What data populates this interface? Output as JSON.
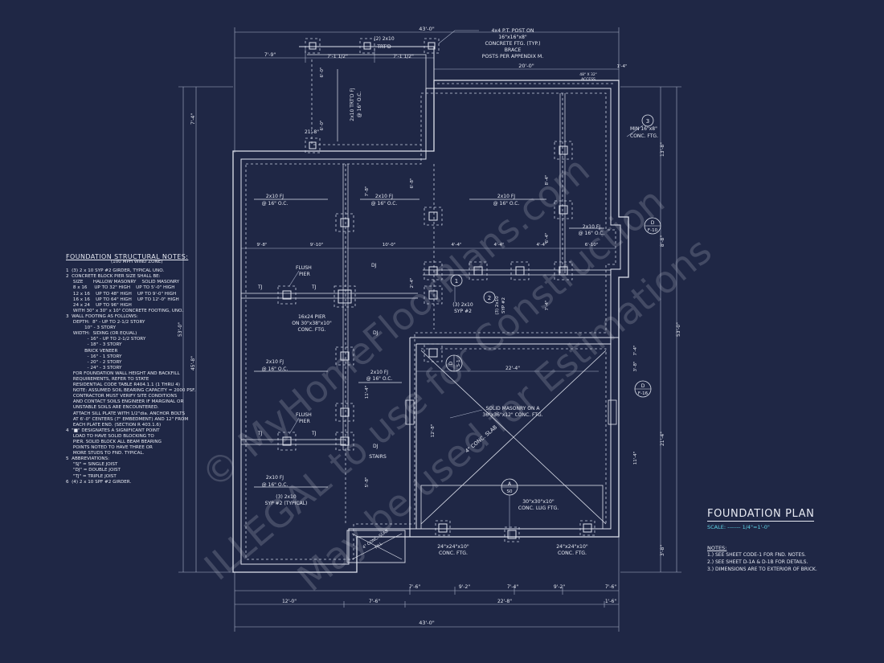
{
  "colors": {
    "background": "#1f2745",
    "lines": "#dfe3ee",
    "scale_text": "#5fd4e6"
  },
  "watermark": {
    "lines": [
      "© MyHomeFloorPlans.com",
      "ILLEGAL to use for Construction",
      "May be used for Estimations"
    ]
  },
  "title_block": {
    "title": "FOUNDATION PLAN",
    "scale": "SCALE: ------- 1/4\"=1'-0\"",
    "notes_heading": "NOTES:",
    "notes": [
      "1.) SEE SHEET CODE-1 FOR FND. NOTES.",
      "2.) SEE SHEET D-1A & D-1B FOR DETAILS.",
      "3.) DIMENSIONS ARE TO EXTERIOR OF BRICK."
    ]
  },
  "structural_notes": {
    "title": "FOUNDATION STRUCTURAL NOTES:",
    "subtitle": "(100 MPH WIND ZONE)",
    "lines": [
      "1  (3) 2 x 10 SYP #2 GIRDER, TYPICAL UNO.",
      "2  CONCRETE BLOCK PIER SIZE SHALL BE:",
      "     SIZE       HALLOW MASONRY    SOLID MASONRY",
      "     8 x 16     UP TO 32\" HIGH    UP TO 5'-0\" HIGH",
      "     12 x 16    UP TO 48\" HIGH    UP TO 9'-0\" HIGH",
      "     16 x 16    UP TO 64\" HIGH    UP TO 12'-0\" HIGH",
      "     24 x 24    UP TO 96\" HIGH",
      "     WITH 30\" x 30\" x 10\" CONCRETE FOOTING, UNO.",
      "3  WALL FOOTING AS FOLLOWS:",
      "     DEPTH:  8\" - UP TO 2-1/2 STORY",
      "             10\" - 3 STORY",
      "     WIDTH:  SIDING (OR EQUAL)",
      "               - 16\" - UP TO 2-1/2 STORY",
      "               - 18\" - 3 STORY",
      "             BRICK VENEER",
      "               - 16\" - 1 STORY",
      "               - 20\" - 2 STORY",
      "               - 24\" - 3 STORY",
      "     FOR FOUNDATION WALL HEIGHT AND BACKFILL",
      "     REQUIREMENTS, REFER TO STATE",
      "     RESIDENTIAL CODE TABLE R404.1.1 (1 THRU 4)",
      "     NOTE: ASSUMED SOIL BEARING CAPACITY = 2000 PSF.",
      "     CONTRACTOR MUST VERIFY SITE CONDITIONS",
      "     AND CONTACT SOILS ENGINEER IF MARGINAL OR",
      "     UNSTABLE SOILS ARE ENCOUNTERED.",
      "     ATTACH SILL PLATE WITH 1/2\"dia. ANCHOR BOLTS",
      "     AT 6'-0\" CENTERS (7\" EMBEDMENT) AND 12\" FROM",
      "     EACH PLATE END. (SECTION R 403.1.6)",
      "4  \"■\" DESIGNATES A SIGNIFICANT POINT",
      "     LOAD TO HAVE SOLID BLOCKING TO",
      "     PIER. SOLID BLOCK ALL BEAM BEARING",
      "     POINTS NOTED TO HAVE THREE OR",
      "     MORE STUDS TO FND. TYPICAL.",
      "5  ABBREVIATIONS:",
      "     \"SJ\" = SINGLE JOIST",
      "     \"DJ\" = DOUBLE JOIST",
      "     \"TJ\" = TRIPLE JOIST",
      "6  (4) 2 x 10 SPF #2 GIRDER."
    ]
  },
  "plan_labels": {
    "porch_girder": "(2) 2x10",
    "porch_girder_2": "TRT'D",
    "post_note": [
      "4x4 P.T. POST ON",
      "16\"x16\"x8\"",
      "CONCRETE FTG. (TYP.)",
      "BRACE",
      "POSTS PER APPENDIX M."
    ],
    "porch_fj": [
      "2x10 TRT'D FJ",
      "@ 16\" O.C."
    ],
    "access": [
      "48\" X 32\"",
      "ACCESS"
    ],
    "fj": [
      "2x10 FJ",
      "@ 16\" O.C."
    ],
    "min_ftg": [
      "MIN 16\"x8\"",
      "CONC. FTG."
    ],
    "flush_pier": [
      "FLUSH",
      "PIER"
    ],
    "pier_16x24": [
      "16x24 PIER",
      "ON 30\"x38\"x10\"",
      "CONC. FTG."
    ],
    "girder_3": [
      "(3) 2x10",
      "SYP #2"
    ],
    "girder_2": [
      "(3) 2x10",
      "SYP #2"
    ],
    "girder_typ": [
      "(3) 2x10",
      "SYP #2 (TYPICAL)"
    ],
    "girder_fj": [
      "2x10 FJ",
      "@ 16\" O.C."
    ],
    "dj": "DJ",
    "tj": "TJ",
    "stairs": "STAIRS",
    "solid_masonry": [
      "SOLID MASONRY ON A",
      "36\"x36\"x12\" CONC. FTG."
    ],
    "conc_slab": "4\" CONC. SLAB",
    "lug_ftg": [
      "30\"x30\"x10\"",
      "CONC. LUG FTG."
    ],
    "ftg_24_left": [
      "24\"x24\"x10\"",
      "CONC. FTG."
    ],
    "ftg_24_right": [
      "24\"x24\"x10\"",
      "CONC. FTG."
    ],
    "conc_fill": [
      "4\" CONC. SLAB",
      "FILL"
    ],
    "tags": {
      "tag3": "3",
      "tag1": "1",
      "tag2": "2",
      "d_f10": [
        "D",
        "F-10"
      ],
      "d_f16": [
        "D",
        "F-16"
      ],
      "d_s1": [
        "D",
        "S-1"
      ],
      "a_s0": [
        "A",
        "S0"
      ]
    }
  },
  "dimensions": {
    "top_overall": "43'-0\"",
    "top_left_1": "7'-9\"",
    "top_left_2": "7'-1 1/2\"",
    "top_left_3": "7'-1 1/2\"",
    "top_right_20": "20'-0\"",
    "top_right_14": "1'-4\"",
    "porch_v": "6'-0\"",
    "porch_v2": "6'-0\"",
    "porch_h": "21'-8\"",
    "left_outer_1": "7'-4\"",
    "left_outer_53": "53'-0\"",
    "left_outer_45": "45'-8\"",
    "right_outer_53": "53'-0\"",
    "right_11": "13'-8\"",
    "right_8": "8'-8\"",
    "right_4": "7'-4\"",
    "right_3a": "3'-8\"",
    "right_21": "21'-4\"",
    "right_3b": "3'-8\"",
    "interior_v_7": "7'-8\"",
    "interior_v_6": "6'-8\"",
    "interior_v_7b": "7'-4\"",
    "interior_v_2": "2'-4\"",
    "interior_v_8": "8'-4\"",
    "interior_v_6b": "6'-4\"",
    "interior_v_11": "11'-4\"",
    "interior_v_12": "12'-8\"",
    "interior_v_5": "5'-8\"",
    "row_9": "9'-8\"",
    "row_9b": "9'-10\"",
    "row_10": "10'-0\"",
    "row_4a": "4'-4\"",
    "row_4b": "4'-4\"",
    "row_4c": "4'-4\"",
    "row_6": "6'-10\"",
    "garage_22": "22'-4\"",
    "bottom_1": "7'-6\"",
    "bottom_2": "9'-2\"",
    "bottom_3": "7'-4\"",
    "bottom_4": "9'-2\"",
    "bottom_5": "7'-6\"",
    "bottom_row2_a": "12'-0\"",
    "bottom_row2_b": "7'-6\"",
    "bottom_row2_c": "22'-8\"",
    "bottom_row2_d": "1'-6\"",
    "bottom_overall": "43'-0\""
  }
}
